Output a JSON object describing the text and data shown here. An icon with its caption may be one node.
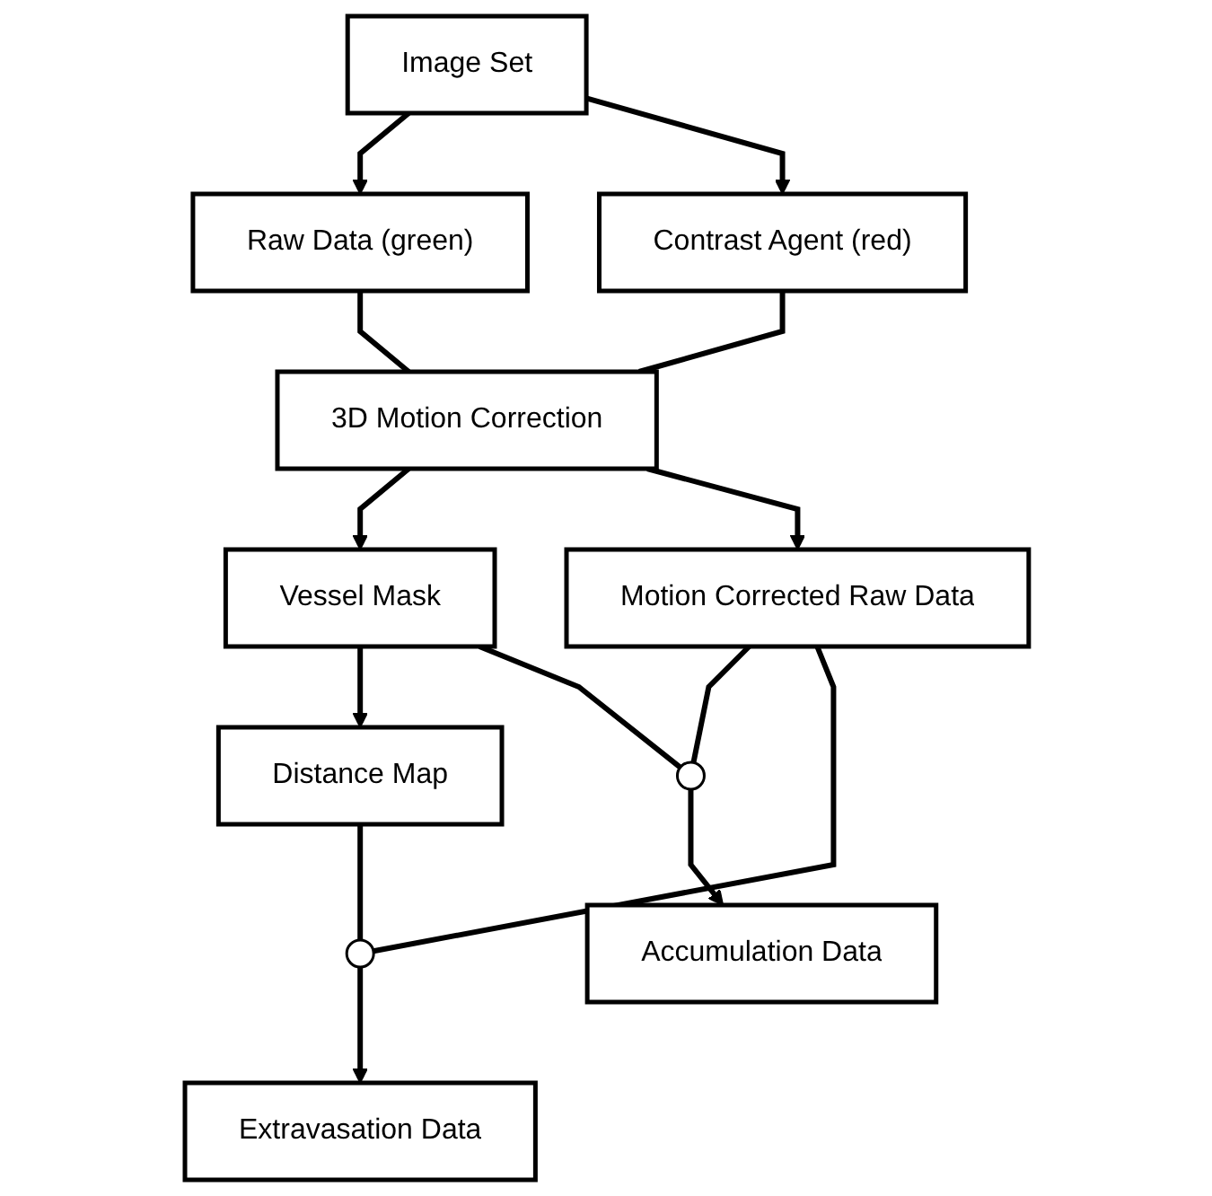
{
  "diagram": {
    "nodes": [
      {
        "text": [
          "Image Set"
        ]
      },
      {
        "text": [
          "Raw Data (green)"
        ]
      },
      {
        "text": [
          "Contrast Agent (red)"
        ]
      },
      {
        "text": [
          "3D Motion Correction"
        ]
      },
      {
        "text": [
          "Vessel Mask"
        ]
      },
      {
        "text": [],
        "shape": "circle"
      },
      {
        "text": [
          "Accumulation Data"
        ]
      },
      {
        "text": [
          "Motion Corrected Raw Data"
        ]
      },
      {
        "text": [
          "Distance Map"
        ]
      },
      {
        "text": [],
        "shape": "circle"
      },
      {
        "text": [
          "Extravasation Data"
        ]
      }
    ],
    "edges": [
      {
        "from": 0,
        "to": 1,
        "arrow": "to"
      },
      {
        "from": 0,
        "to": 2,
        "arrow": "to"
      },
      {
        "from": 1,
        "to": 3,
        "arrow": "none"
      },
      {
        "from": 2,
        "to": 3,
        "arrow": "none"
      },
      {
        "from": 3,
        "to": 4,
        "arrow": "to"
      },
      {
        "from": 3,
        "to": 7,
        "arrow": "to"
      },
      {
        "from": 4,
        "to": 8,
        "arrow": "to"
      },
      {
        "from": 4,
        "to": 5,
        "arrow": "none"
      },
      {
        "from": 5,
        "to": 6,
        "arrow": "to"
      },
      {
        "from": 7,
        "to": 5,
        "arrow": "none"
      },
      {
        "from": 7,
        "to": 9,
        "arrow": "none"
      },
      {
        "from": 8,
        "to": 9,
        "arrow": "none"
      },
      {
        "from": 9,
        "to": 10,
        "arrow": "to"
      }
    ]
  }
}
